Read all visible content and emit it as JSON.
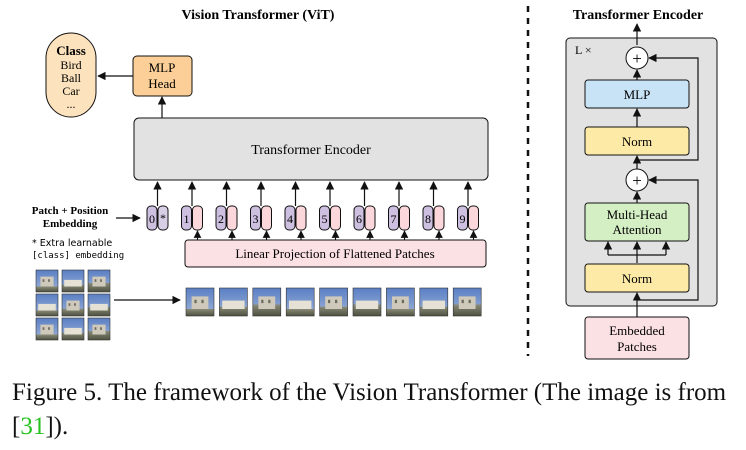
{
  "vit": {
    "title": "Vision Transformer (ViT)",
    "class_box": {
      "title": "Class",
      "items": [
        "Bird",
        "Ball",
        "Car",
        "..."
      ]
    },
    "mlp_head": [
      "MLP",
      "Head"
    ],
    "encoder_label": "Transformer Encoder",
    "patch_embedding_label": [
      "Patch + Position",
      "Embedding"
    ],
    "extra_note": [
      "* Extra learnable",
      "[class] embedding"
    ],
    "class_token": "0",
    "class_token_mark": "*",
    "position_indices": [
      "1",
      "2",
      "3",
      "4",
      "5",
      "6",
      "7",
      "8",
      "9"
    ],
    "projection_label": "Linear Projection of Flattened Patches"
  },
  "encoder": {
    "title": "Transformer Encoder",
    "repeat_label": "L ×",
    "blocks": {
      "mlp": "MLP",
      "norm_top": "Norm",
      "attention": [
        "Multi-Head",
        "Attention"
      ],
      "norm_bottom": "Norm",
      "embedded": [
        "Embedded",
        "Patches"
      ]
    },
    "plus_symbol": "+"
  },
  "caption": {
    "prefix": "Figure 5. The framework of the Vision Transformer (The image is from [",
    "ref": "31",
    "suffix": "])."
  },
  "colors": {
    "class_fill": "#fde3bd",
    "mlp_head_fill": "#fbcf97",
    "encoder_fill": "#e2e2e2",
    "token_fill": "#d8cfe6",
    "position_fill": "#cdbfdf",
    "patch_fill": "#fbd7dc",
    "projection_fill": "#fbe0e4",
    "mlp_fill": "#c9e3f6",
    "norm_fill": "#fdeaa7",
    "attention_fill": "#d5efc5",
    "citation": "#27c21f"
  }
}
